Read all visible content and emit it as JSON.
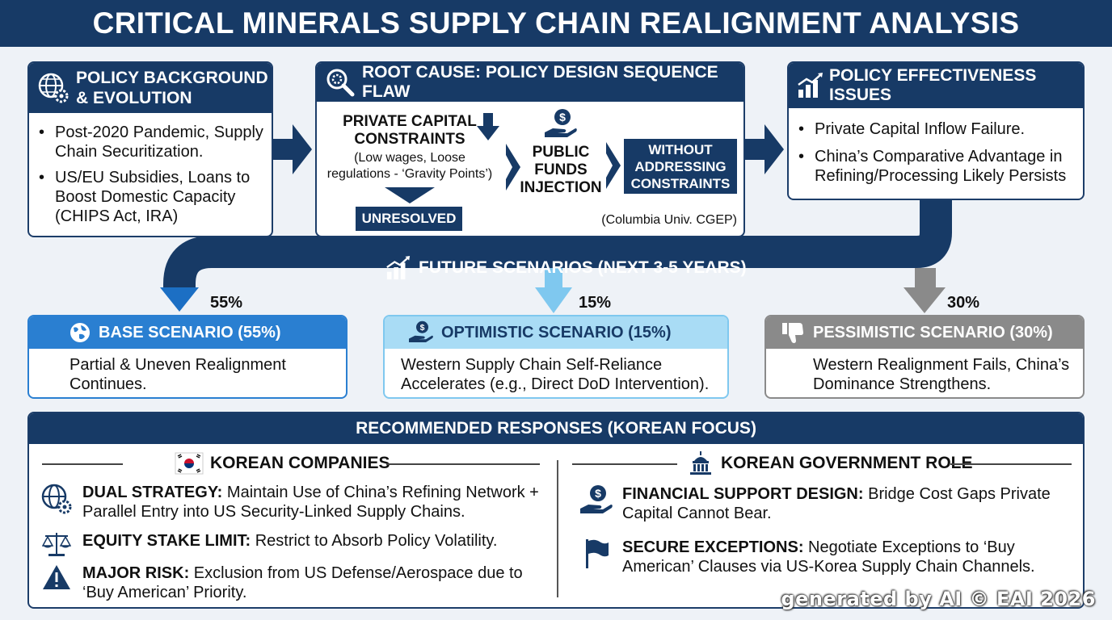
{
  "title": "CRITICAL MINERALS SUPPLY CHAIN REALIGNMENT ANALYSIS",
  "colors": {
    "navy": "#173a66",
    "blue": "#2a7fd1",
    "light_blue": "#7fc8ef",
    "gray": "#8a8a8a"
  },
  "policy_background": {
    "title_line1": "POLICY BACKGROUND",
    "title_line2": "& EVOLUTION",
    "icon": "globe-gear-icon",
    "bullets": [
      "Post-2020 Pandemic, Supply Chain Securitization.",
      "US/EU Subsidies, Loans to Boost Domestic Capacity (CHIPS Act, IRA)"
    ]
  },
  "root_cause": {
    "title": "ROOT CAUSE: POLICY DESIGN SEQUENCE FLAW",
    "icon": "magnifier-gear-icon",
    "private_capital_line1": "PRIVATE CAPITAL",
    "private_capital_line2": "CONSTRAINTS",
    "private_capital_note": "(Low wages, Loose regulations - ‘Gravity Points’)",
    "unresolved": "UNRESOLVED",
    "public_funds_line1": "PUBLIC",
    "public_funds_line2": "FUNDS",
    "public_funds_line3": "INJECTION",
    "without_line1": "WITHOUT",
    "without_line2": "ADDRESSING",
    "without_line3": "CONSTRAINTS",
    "source": "(Columbia Univ. CGEP)"
  },
  "effectiveness": {
    "title": "POLICY EFFECTIVENESS ISSUES",
    "icon": "bar-chart-icon",
    "bullets": [
      "Private Capital Inflow Failure.",
      "China’s Comparative Advantage in Refining/Processing Likely Persists"
    ]
  },
  "future": {
    "title": "FUTURE SCENARIOS (NEXT 3-5 YEARS)",
    "icon": "bar-chart-icon",
    "scenarios": [
      {
        "pct": "55%",
        "title": "BASE SCENARIO (55%)",
        "icon": "globe-icon",
        "body": "Partial & Uneven Realignment Continues.",
        "color": "#2a7fd1"
      },
      {
        "pct": "15%",
        "title": "OPTIMISTIC SCENARIO (15%)",
        "icon": "money-hand-icon",
        "body": "Western Supply Chain Self-Reliance Accelerates (e.g., Direct DoD Intervention).",
        "color": "#7fc8ef"
      },
      {
        "pct": "30%",
        "title": "PESSIMISTIC SCENARIO (30%)",
        "icon": "thumbs-down-icon",
        "body": "Western Realignment Fails, China’s Dominance Strengthens.",
        "color": "#8a8a8a"
      }
    ]
  },
  "responses": {
    "title": "RECOMMENDED RESPONSES (KOREAN FOCUS)",
    "companies": {
      "title": "KOREAN COMPANIES",
      "icon": "korea-flag-icon",
      "items": [
        {
          "icon": "globe-gear-icon",
          "label": "DUAL STRATEGY:",
          "text": "Maintain Use of China’s Refining Network + Parallel Entry into US Security-Linked Supply Chains."
        },
        {
          "icon": "scales-icon",
          "label": "EQUITY STAKE LIMIT:",
          "text": "Restrict to Absorb Policy Volatility."
        },
        {
          "icon": "warning-icon",
          "label": "MAJOR RISK:",
          "text": "Exclusion from US Defense/Aerospace due to ‘Buy American’ Priority."
        }
      ]
    },
    "government": {
      "title": "KOREAN GOVERNMENT ROLE",
      "icon": "capitol-building-icon",
      "items": [
        {
          "icon": "money-hand-icon",
          "label": "FINANCIAL SUPPORT DESIGN:",
          "text": "Bridge Cost Gaps Private Capital Cannot Bear."
        },
        {
          "icon": "flag-icon",
          "label": "SECURE EXCEPTIONS:",
          "text": "Negotiate Exceptions to ‘Buy American’ Clauses via US-Korea Supply Chain Channels."
        }
      ]
    }
  },
  "watermark": "generated by AI © EAI 2026"
}
